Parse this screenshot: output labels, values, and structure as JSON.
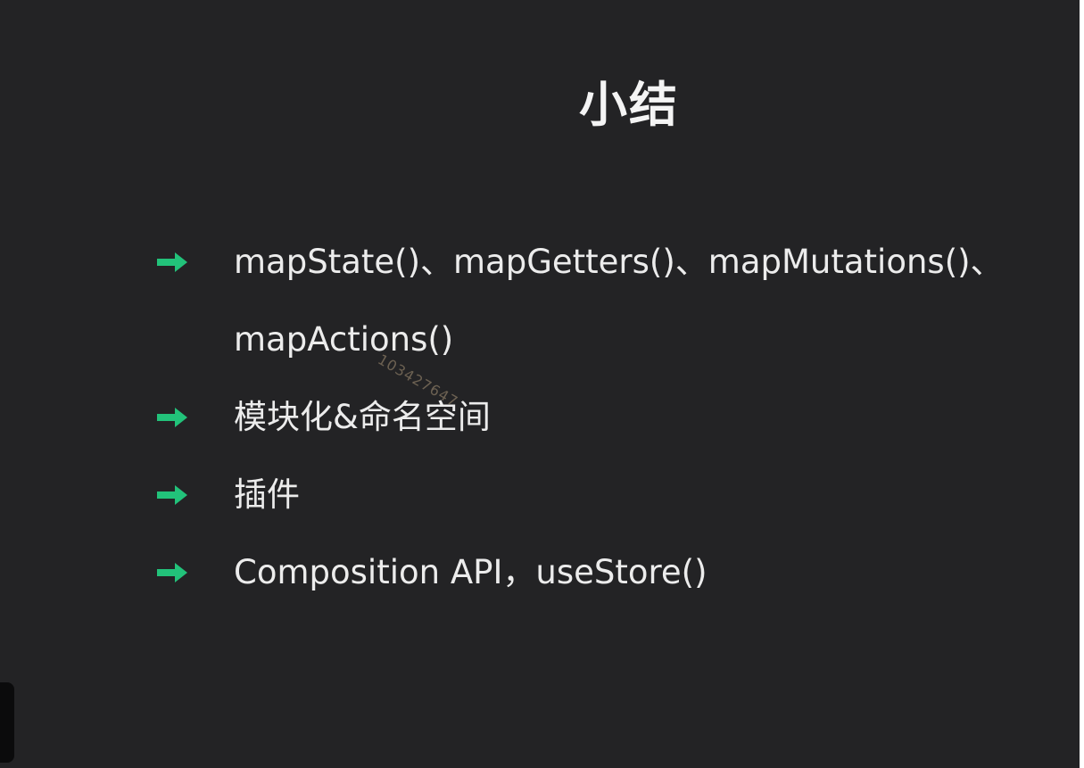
{
  "slide": {
    "title": "小结",
    "bullets": [
      {
        "lines": [
          "mapState()、mapGetters()、mapMutations()、",
          "mapActions()"
        ]
      },
      {
        "lines": [
          "模块化&命名空间"
        ]
      },
      {
        "lines": [
          "插件"
        ]
      },
      {
        "lines": [
          "Composition API，useStore()"
        ]
      }
    ],
    "bullet_icon": "right-arrow-icon",
    "watermark": "103427647",
    "colors": {
      "background": "#232325",
      "text": "#ececec",
      "arrow": "#22c27a"
    }
  }
}
